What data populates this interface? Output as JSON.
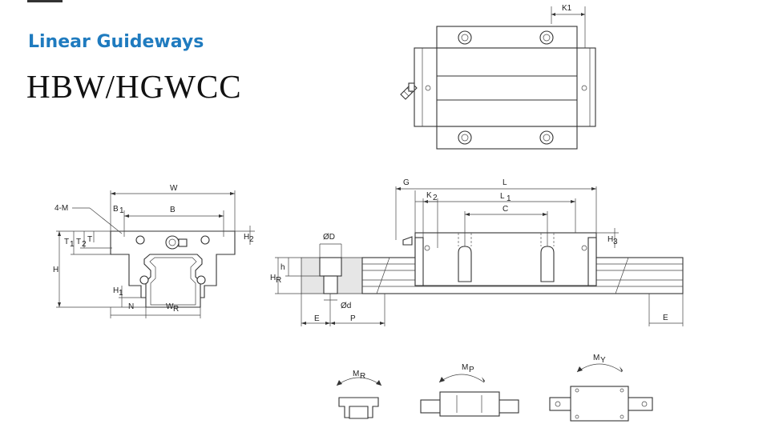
{
  "header": {
    "title": "Linear Guideways",
    "model": "HBW/HGWCC"
  },
  "top_view": {
    "k1": "K1"
  },
  "front_view": {
    "four_m": "4-M",
    "w": "W",
    "b": "B",
    "b1": "B",
    "b1_sub": "1",
    "h": "H",
    "h1": "H",
    "h1_sub": "1",
    "h2": "H",
    "h2_sub": "2",
    "t": "T",
    "t1": "T",
    "t1_sub": "1",
    "t2": "T",
    "t2_sub": "2",
    "n": "N",
    "wr": "W",
    "wr_sub": "R"
  },
  "side_view": {
    "g": "G",
    "l": "L",
    "l1": "L",
    "l1_sub": "1",
    "k2": "K",
    "k2_sub": "2",
    "c": "C",
    "od": "ØD",
    "od_small": "Ød",
    "hr": "H",
    "hr_sub": "R",
    "h": "h",
    "h3": "H",
    "h3_sub": "3",
    "e_left": "E",
    "p": "P",
    "e_right": "E"
  },
  "moments": {
    "mr": "M",
    "mr_sub": "R",
    "mp": "M",
    "mp_sub": "P",
    "my": "M",
    "my_sub": "Y"
  }
}
